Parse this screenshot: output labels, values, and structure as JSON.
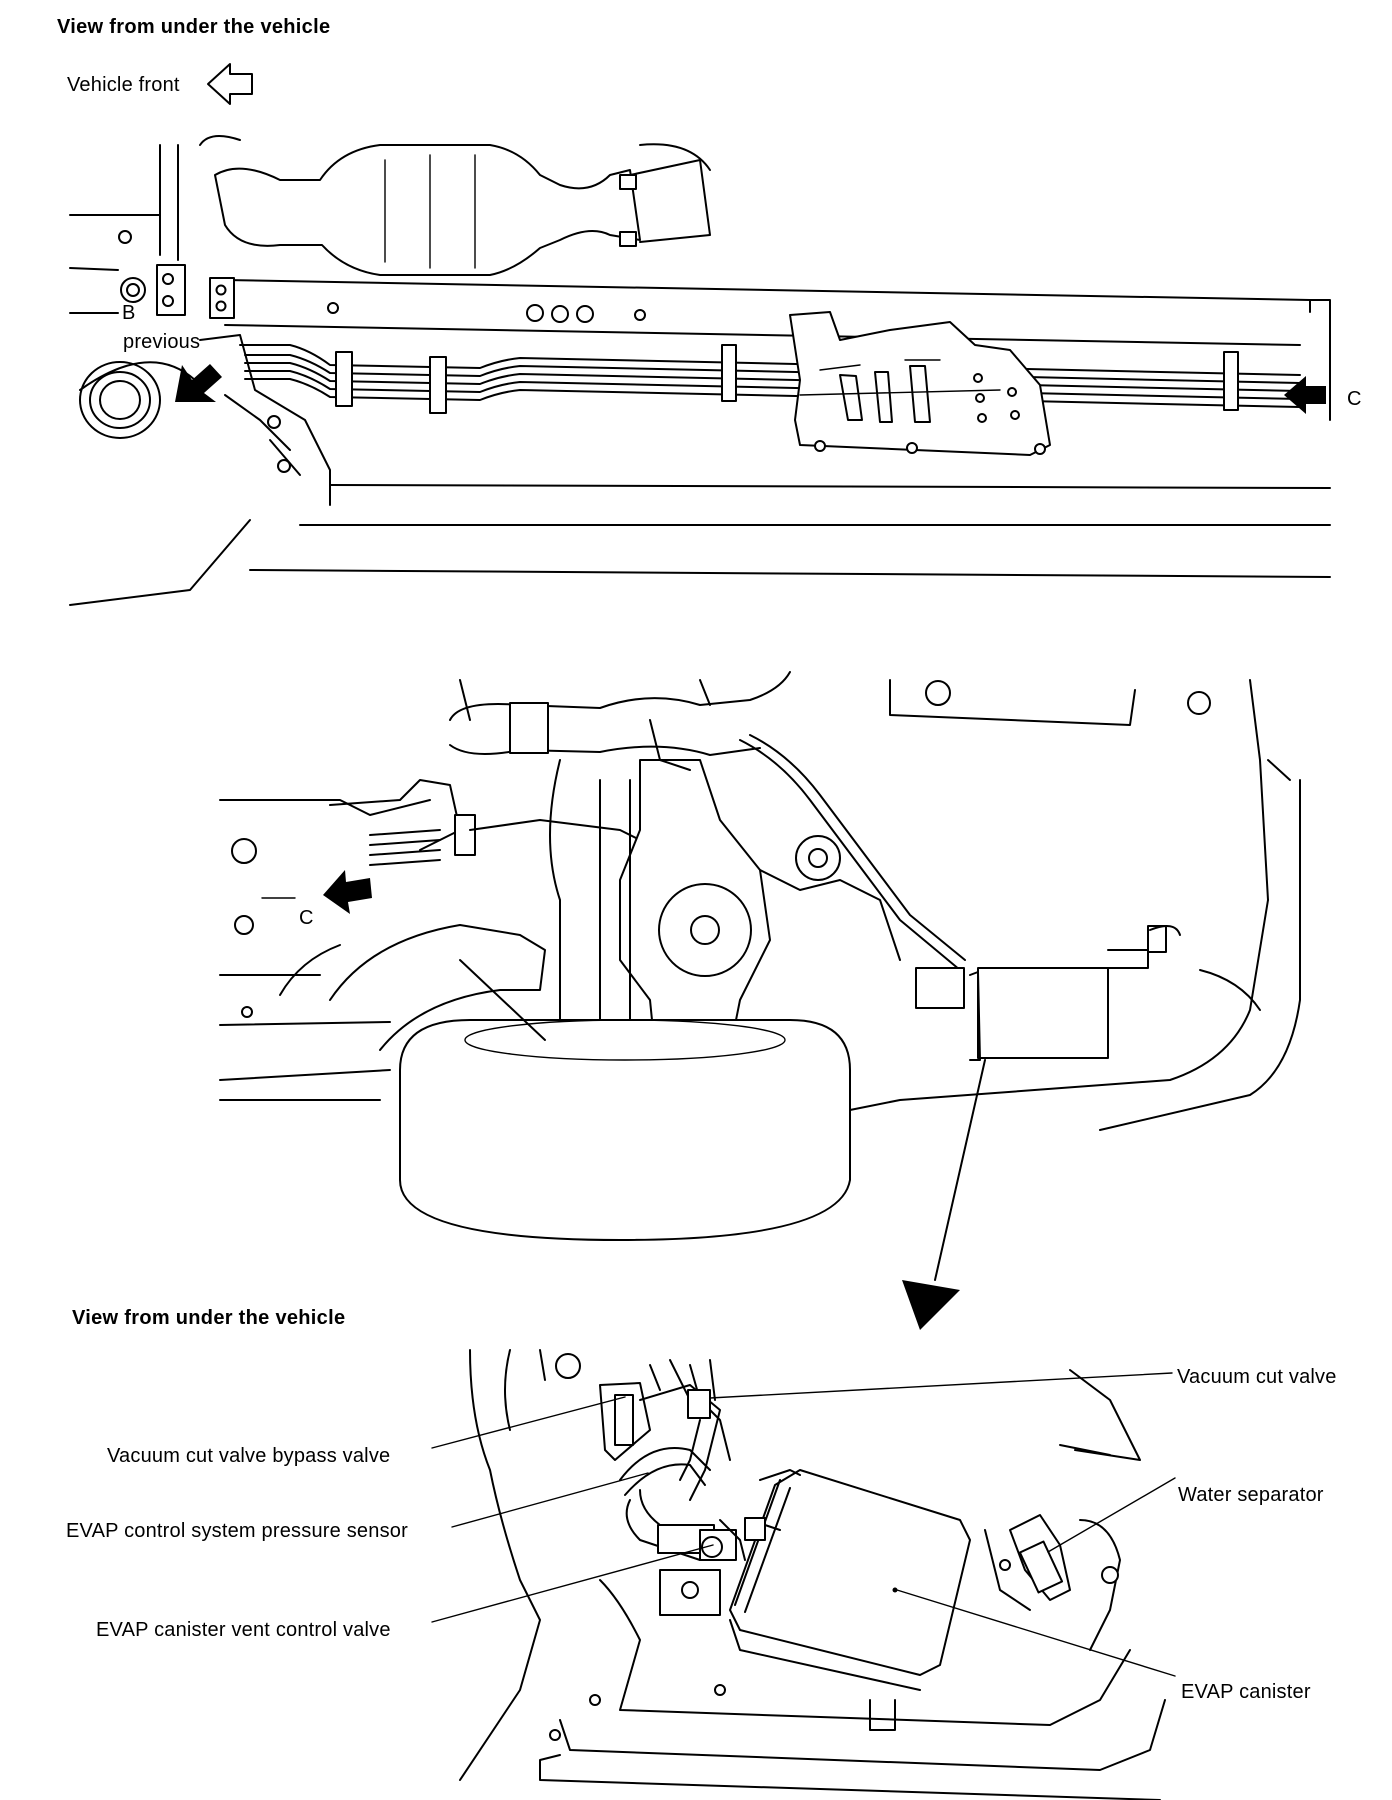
{
  "top_view": {
    "heading": "View from under the vehicle",
    "vehicle_front_label": "Vehicle front",
    "marker_b": "B",
    "marker_b_note": "previous",
    "marker_c": "C"
  },
  "middle_view": {
    "marker_c": "C"
  },
  "bottom_view": {
    "heading": "View from under the vehicle",
    "callouts": {
      "vacuum_cut_valve": "Vacuum cut valve",
      "vacuum_cut_valve_bypass_valve": "Vacuum cut valve bypass valve",
      "water_separator": "Water separator",
      "evap_pressure_sensor": "EVAP control system pressure sensor",
      "evap_vent_control_valve": "EVAP canister vent control valve",
      "evap_canister": "EVAP canister"
    }
  },
  "icons": [
    "outline-arrow-left-icon",
    "solid-arrow-icon"
  ]
}
